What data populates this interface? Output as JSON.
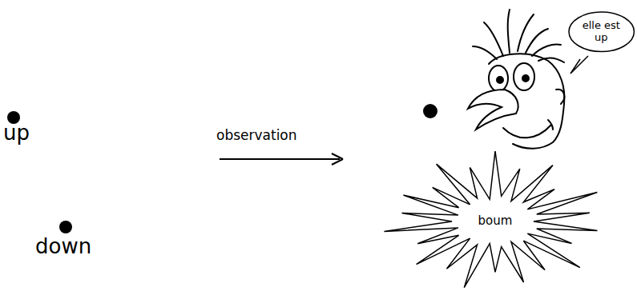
{
  "diagram": {
    "nodes": [
      {
        "text": [
          "elle est up"
        ]
      },
      {
        "text": [
          "boum"
        ]
      }
    ],
    "labels": [
      "up",
      "down",
      "observation"
    ]
  }
}
